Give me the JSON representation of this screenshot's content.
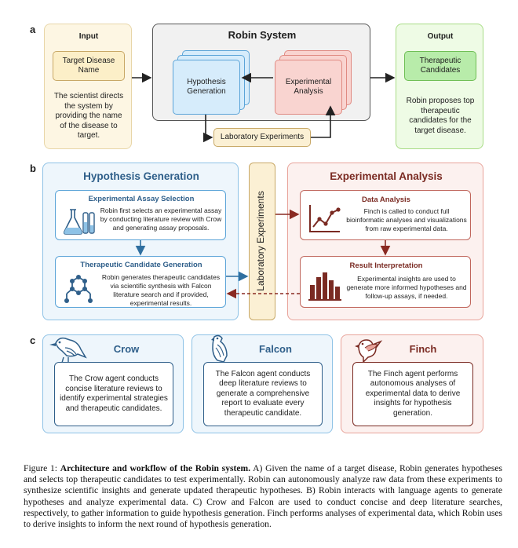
{
  "panel_a": {
    "label": "a",
    "input": {
      "title": "Input",
      "box": "Target Disease Name",
      "description": "The scientist directs the system by providing the name of the disease to target."
    },
    "robin": {
      "title": "Robin System",
      "hypothesis": "Hypothesis Generation",
      "experimental": "Experimental Analysis",
      "lab": "Laboratory Experiments"
    },
    "output": {
      "title": "Output",
      "box": "Therapeutic Candidates",
      "description": "Robin proposes top therapeutic candidates for the target disease."
    }
  },
  "panel_b": {
    "label": "b",
    "hypothesis": {
      "title": "Hypothesis Generation",
      "assay": {
        "title": "Experimental Assay Selection",
        "text": "Robin first selects an experimental assay by conducting literature review with Crow and generating assay proposals."
      },
      "candidate": {
        "title": "Therapeutic Candidate Generation",
        "text": "Robin generates therapeutic candidates via scientific synthesis with Falcon literature search and if provided, experimental results."
      }
    },
    "lab": "Laboratory Experiments",
    "experimental": {
      "title": "Experimental Analysis",
      "data": {
        "title": "Data Analysis",
        "text": "Finch is called to conduct full bioinformatic analyses and visualizations from raw experimental data."
      },
      "result": {
        "title": "Result Interpretation",
        "text": "Experimental insights are used to generate more informed hypotheses and follow-up assays, if needed."
      }
    }
  },
  "panel_c": {
    "label": "c",
    "crow": {
      "title": "Crow",
      "text": "The Crow agent conducts concise literature reviews to identify experimental strategies and therapeutic candidates."
    },
    "falcon": {
      "title": "Falcon",
      "text": "The Falcon agent conducts deep literature reviews to generate a comprehensive report to evaluate every therapeutic candidate."
    },
    "finch": {
      "title": "Finch",
      "text": "The Finch agent performs autonomous analyses of experimental data to derive insights for hypothesis generation."
    }
  },
  "caption": {
    "prefix": "Figure 1: ",
    "bold": "Architecture and workflow of the Robin system.",
    "text": " A) Given the name of a target disease, Robin generates hypotheses and selects top therapeutic candidates to test experimentally. Robin can autonomously analyze raw data from these experiments to synthesize scientific insights and generate updated therapeutic hypotheses. B) Robin interacts with language agents to generate hypotheses and analyze experimental data. C) Crow and Falcon are used to conduct concise and deep literature searches, respectively, to gather information to guide hypothesis generation. Finch performs analyses of experimental data, which Robin uses to derive insights to inform the next round of hypothesis generation."
  },
  "colors": {
    "input_bg": "#fdf6e3",
    "input_border": "#e8d6a8",
    "output_bg": "#eefbe5",
    "output_border": "#a8dc86",
    "hyp_bg": "#d6ecfb",
    "hyp_border": "#5ba4d8",
    "exp_bg": "#f9d4d0",
    "exp_border": "#e08a82",
    "lab_bg": "#fbf0d4",
    "lab_border": "#c8a866",
    "blue_panel": "#eef6fc",
    "red_panel": "#fcf1ef",
    "blue_accent": "#2f5f8a",
    "red_accent": "#7a2a22"
  }
}
